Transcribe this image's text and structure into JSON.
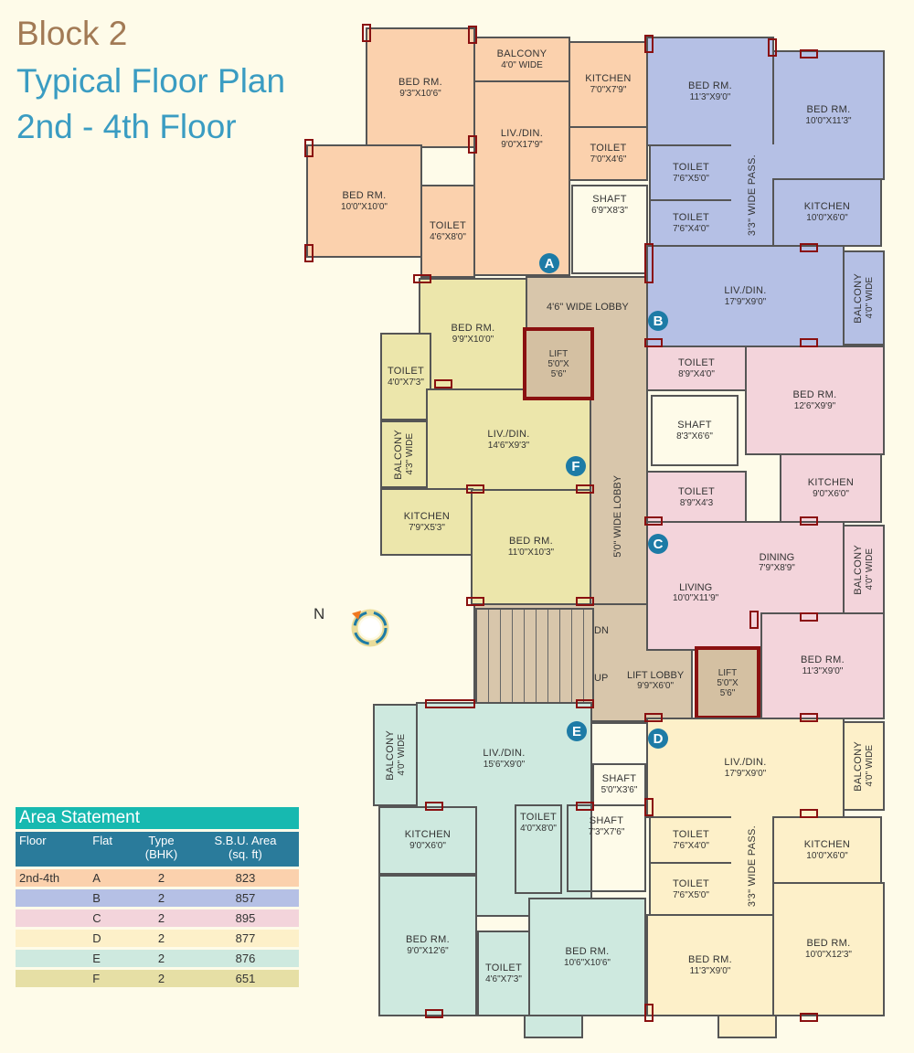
{
  "title": {
    "block": "Block 2",
    "plan": "Typical Floor Plan",
    "floors": "2nd - 4th Floor"
  },
  "colors": {
    "A": "#fbd1ad",
    "B": "#b5c0e5",
    "C": "#f3d4db",
    "D": "#fdf0c9",
    "E": "#cee9df",
    "F": "#ece6ab",
    "accent": "#1d7ba6"
  },
  "flats": {
    "A": {
      "marker": "A",
      "rooms": [
        {
          "name": "BED RM.",
          "dim": "9'3\"X10'6\""
        },
        {
          "name": "BALCONY",
          "dim": "4'0\" WIDE"
        },
        {
          "name": "KITCHEN",
          "dim": "7'0\"X7'9\""
        },
        {
          "name": "LIV./DIN.",
          "dim": "9'0\"X17'9\""
        },
        {
          "name": "TOILET",
          "dim": "7'0\"X4'6\""
        },
        {
          "name": "SHAFT",
          "dim": "6'9\"X8'3\""
        },
        {
          "name": "BED RM.",
          "dim": "10'0\"X10'0\""
        },
        {
          "name": "TOILET",
          "dim": "4'6\"X8'0\""
        }
      ]
    },
    "B": {
      "marker": "B",
      "rooms": [
        {
          "name": "BED RM.",
          "dim": "11'3\"X9'0\""
        },
        {
          "name": "BED RM.",
          "dim": "10'0\"X11'3\""
        },
        {
          "name": "TOILET",
          "dim": "7'6\"X5'0\""
        },
        {
          "name": "TOILET",
          "dim": "7'6\"X4'0\""
        },
        {
          "name": "3'3\" WIDE PASS.",
          "dim": ""
        },
        {
          "name": "KITCHEN",
          "dim": "10'0\"X6'0\""
        },
        {
          "name": "LIV./DIN.",
          "dim": "17'9\"X9'0\""
        },
        {
          "name": "BALCONY",
          "dim": "4'0\" WIDE"
        }
      ]
    },
    "C": {
      "marker": "C",
      "rooms": [
        {
          "name": "TOILET",
          "dim": "8'9\"X4'0\""
        },
        {
          "name": "SHAFT",
          "dim": "8'3\"X6'6\""
        },
        {
          "name": "TOILET",
          "dim": "8'9\"X4'3"
        },
        {
          "name": "BED RM.",
          "dim": "12'6\"X9'9\""
        },
        {
          "name": "KITCHEN",
          "dim": "9'0\"X6'0\""
        },
        {
          "name": "DINING",
          "dim": "7'9\"X8'9\""
        },
        {
          "name": "LIVING",
          "dim": "10'0\"X11'9\""
        },
        {
          "name": "BALCONY",
          "dim": "4'0\" WIDE"
        },
        {
          "name": "BED RM.",
          "dim": "11'3\"X9'0\""
        }
      ]
    },
    "D": {
      "marker": "D",
      "rooms": [
        {
          "name": "LIV./DIN.",
          "dim": "17'9\"X9'0\""
        },
        {
          "name": "BALCONY",
          "dim": "4'0\" WIDE"
        },
        {
          "name": "TOILET",
          "dim": "7'6\"X4'0\""
        },
        {
          "name": "TOILET",
          "dim": "7'6\"X5'0\""
        },
        {
          "name": "3'3\" WIDE PASS.",
          "dim": ""
        },
        {
          "name": "KITCHEN",
          "dim": "10'0\"X6'0\""
        },
        {
          "name": "BED RM.",
          "dim": "11'3\"X9'0\""
        },
        {
          "name": "BED RM.",
          "dim": "10'0\"X12'3\""
        }
      ]
    },
    "E": {
      "marker": "E",
      "rooms": [
        {
          "name": "BALCONY",
          "dim": "4'0\" WIDE"
        },
        {
          "name": "LIV./DIN.",
          "dim": "15'6\"X9'0\""
        },
        {
          "name": "KITCHEN",
          "dim": "9'0\"X6'0\""
        },
        {
          "name": "TOILET",
          "dim": "4'0\"X8'0\""
        },
        {
          "name": "SHAFT",
          "dim": "5'0\"X3'6\""
        },
        {
          "name": "SHAFT",
          "dim": "7'3\"X7'6\""
        },
        {
          "name": "BED RM.",
          "dim": "9'0\"X12'6\""
        },
        {
          "name": "TOILET",
          "dim": "4'6\"X7'3\""
        },
        {
          "name": "BED RM.",
          "dim": "10'6\"X10'6\""
        }
      ]
    },
    "F": {
      "marker": "F",
      "rooms": [
        {
          "name": "BED RM.",
          "dim": "9'9\"X10'0\""
        },
        {
          "name": "TOILET",
          "dim": "4'0\"X7'3\""
        },
        {
          "name": "BALCONY",
          "dim": "4'3\" WIDE"
        },
        {
          "name": "LIV./DIN.",
          "dim": "14'6\"X9'3\""
        },
        {
          "name": "KITCHEN",
          "dim": "7'9\"X5'3\""
        },
        {
          "name": "BED RM.",
          "dim": "11'0\"X10'3\""
        }
      ]
    }
  },
  "common": {
    "lobby_top": "4'6\" WIDE LOBBY",
    "lobby_main": "5'0\" WIDE LOBBY",
    "lift1": {
      "name": "LIFT",
      "dim1": "5'0\"X",
      "dim2": "5'6\""
    },
    "lift2": {
      "name": "LIFT",
      "dim1": "5'0\"X",
      "dim2": "5'6\""
    },
    "stairs_dn": "DN",
    "stairs_up": "UP",
    "lift_lobby": {
      "name": "LIFT LOBBY",
      "dim": "9'9\"X6'0\""
    }
  },
  "compass": {
    "label": "N"
  },
  "area_statement": {
    "title": "Area Statement",
    "headers": [
      "Floor",
      "Flat",
      "Type\n(BHK)",
      "S.B.U. Area\n(sq. ft)"
    ],
    "h": {
      "floor": "Floor",
      "flat": "Flat",
      "type1": "Type",
      "type2": "(BHK)",
      "area1": "S.B.U. Area",
      "area2": "(sq. ft)"
    },
    "rows": [
      {
        "floor": "2nd-4th",
        "flat": "A",
        "type": "2",
        "area": "823"
      },
      {
        "floor": "",
        "flat": "B",
        "type": "2",
        "area": "857"
      },
      {
        "floor": "",
        "flat": "C",
        "type": "2",
        "area": "895"
      },
      {
        "floor": "",
        "flat": "D",
        "type": "2",
        "area": "877"
      },
      {
        "floor": "",
        "flat": "E",
        "type": "2",
        "area": "876"
      },
      {
        "floor": "",
        "flat": "F",
        "type": "2",
        "area": "651"
      }
    ]
  }
}
